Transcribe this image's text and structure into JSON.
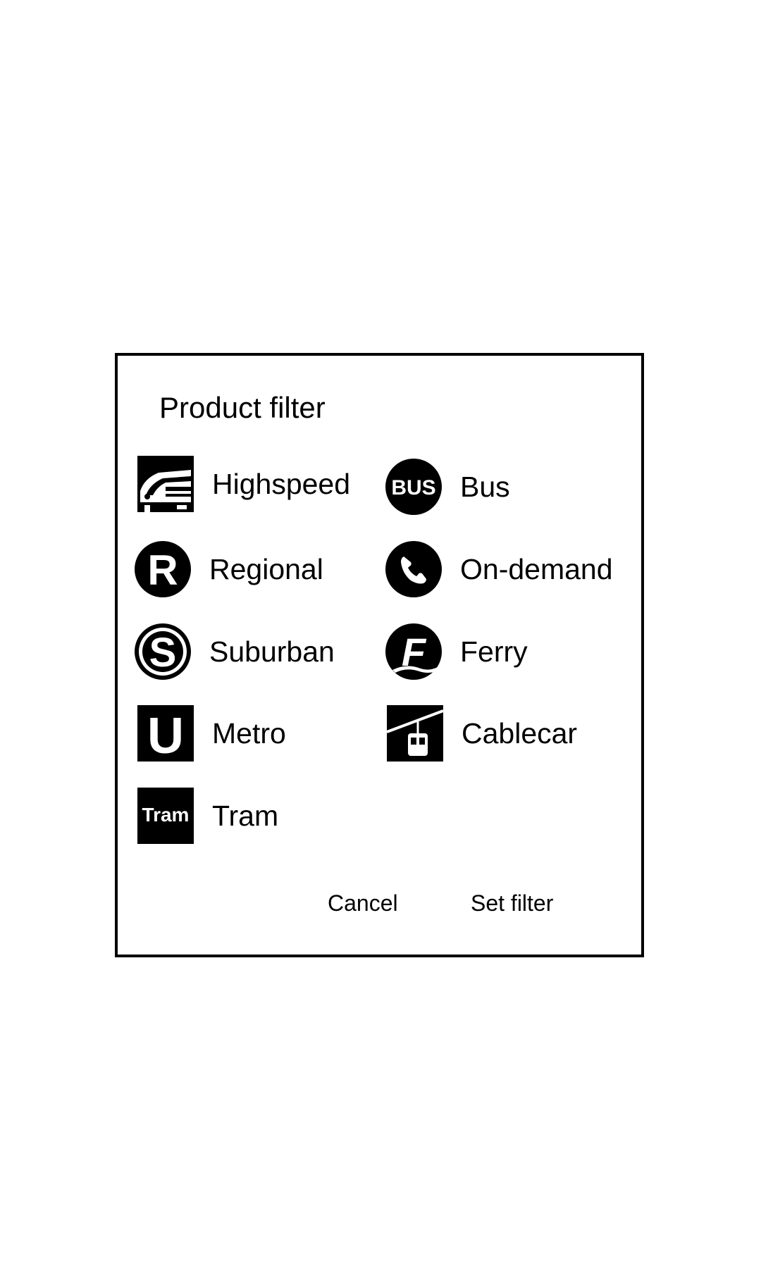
{
  "dialog": {
    "title": "Product filter",
    "products": [
      {
        "label": "Highspeed",
        "icon": "highspeed-train-icon"
      },
      {
        "label": "Bus",
        "icon": "bus-icon"
      },
      {
        "label": "Regional",
        "icon": "regional-train-icon"
      },
      {
        "label": "On-demand",
        "icon": "phone-icon"
      },
      {
        "label": "Suburban",
        "icon": "suburban-train-icon"
      },
      {
        "label": "Ferry",
        "icon": "ferry-icon"
      },
      {
        "label": "Metro",
        "icon": "metro-icon"
      },
      {
        "label": "Cablecar",
        "icon": "cablecar-icon"
      },
      {
        "label": "Tram",
        "icon": "tram-icon"
      }
    ],
    "icon_text": {
      "bus": "BUS",
      "regional": "R",
      "suburban": "S",
      "ferry": "F",
      "metro": "U",
      "tram": "Tram"
    },
    "buttons": {
      "cancel": "Cancel",
      "set_filter": "Set filter"
    },
    "colors": {
      "foreground": "#000000",
      "background": "#ffffff"
    }
  }
}
